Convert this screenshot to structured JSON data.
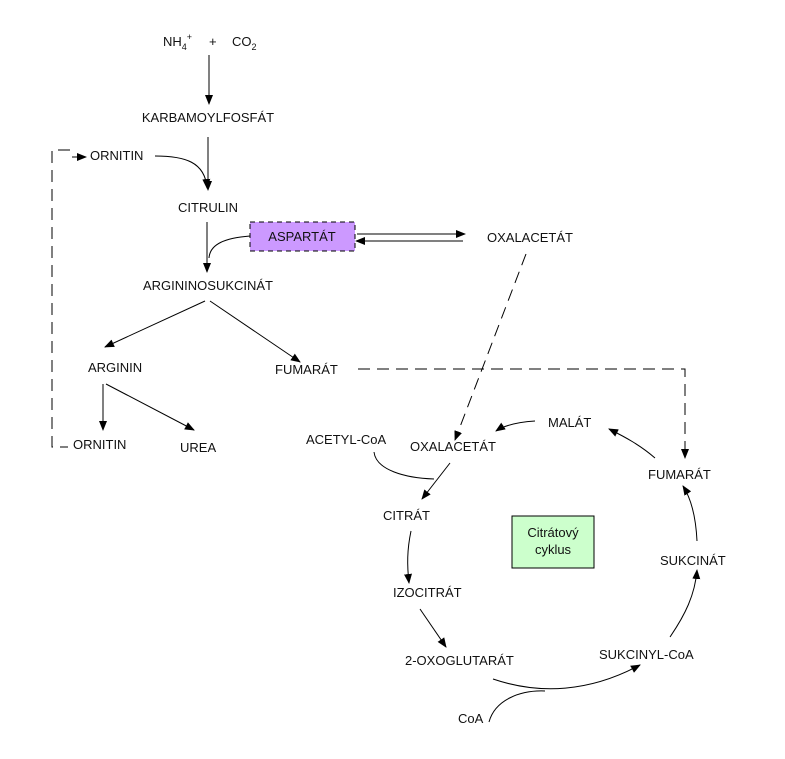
{
  "urea_cycle": {
    "nh4": "NH",
    "nh4_sub": "4",
    "nh4_sup": "+",
    "plus": "+",
    "co2": "CO",
    "co2_sub": "2",
    "karbamoylfosfat": "KARBAMOYLFOSFÁT",
    "ornitin_top": "ORNITIN",
    "citrulin": "CITRULIN",
    "aspartat": "ASPARTÁT",
    "oxalacetat_top": "OXALACETÁT",
    "argininosukcinat": "ARGININOSUKCINÁT",
    "arginin": "ARGININ",
    "fumarat_left": "FUMARÁT",
    "ornitin_bottom": "ORNITIN",
    "urea": "UREA"
  },
  "citrate_cycle": {
    "label_line1": "Citrátový",
    "label_line2": "cyklus",
    "malat": "MALÁT",
    "acetyl_coa": "ACETYL-CoA",
    "oxalacetat": "OXALACETÁT",
    "fumarat": "FUMARÁT",
    "citrat": "CITRÁT",
    "sukcinat": "SUKCINÁT",
    "izocitrat": "IZOCITRÁT",
    "sukcinyl_coa": "SUKCINYL-CoA",
    "oxoglutarat": "2-OXOGLUTARÁT",
    "coa": "CoA"
  },
  "colors": {
    "aspartat_box": "#cc99ff",
    "citrate_cycle_box": "#ccffcc"
  }
}
